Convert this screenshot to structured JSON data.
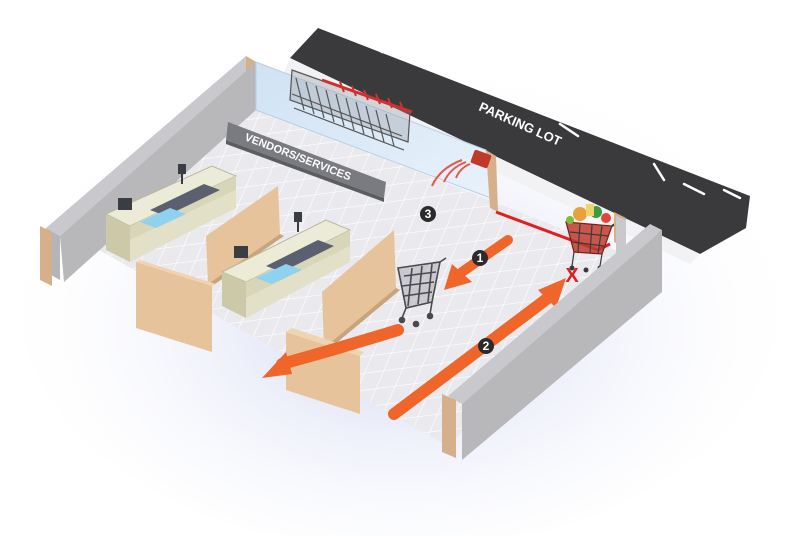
{
  "labels": {
    "parking_lot": "PARKING LOT",
    "vendors_services": "VENDORS/SERVICES"
  },
  "steps": {
    "step1": "1",
    "step2": "2",
    "step3": "3"
  },
  "markers": {
    "blocked": "X"
  },
  "icons": [
    "cart-return-rack-icon",
    "full-shopping-cart-icon",
    "empty-shopping-cart-icon",
    "sensor-icon",
    "checkout-counter-icon"
  ],
  "colors": {
    "arrow": "#f0662a",
    "boundary": "#e02020",
    "parking": "#3a3a3c",
    "wall": "#b8b8bb",
    "floor": "#e8e8ec",
    "partition": "#e6c39a"
  }
}
